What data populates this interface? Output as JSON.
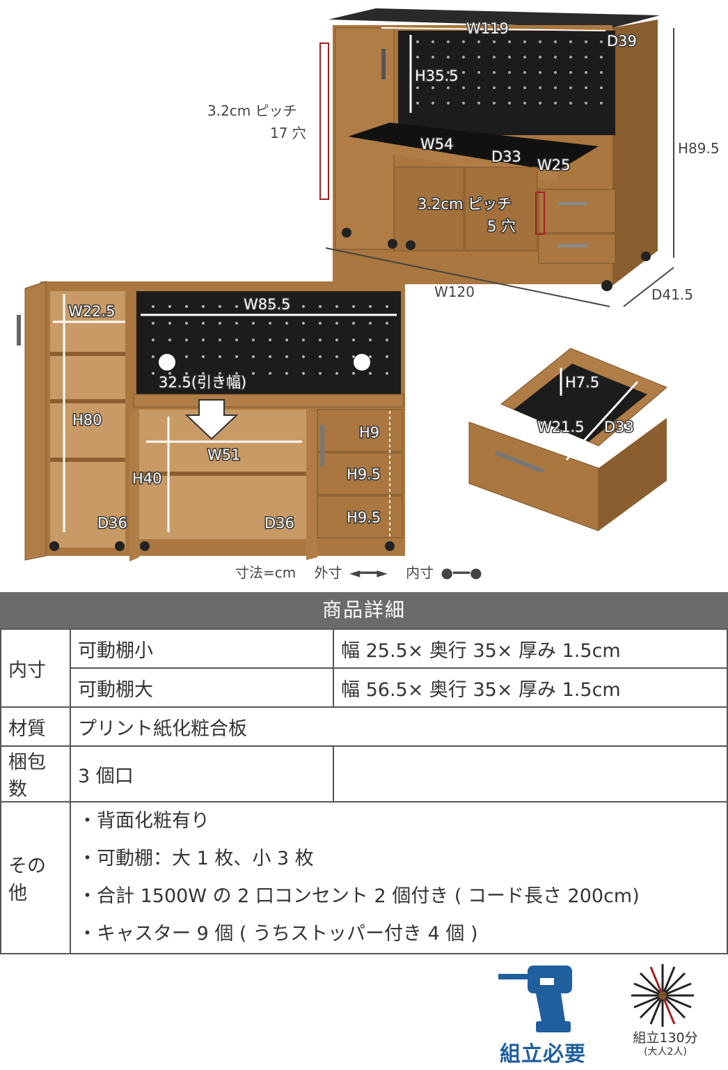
{
  "dimensions": {
    "top_width": "W119",
    "top_depth": "D39",
    "top_inner_height": "H35.5",
    "pitch_left_1": "3.2cm ピッチ",
    "pitch_left_2": "17 穴",
    "slide_width": "W54",
    "slide_depth": "D33",
    "small_slide_width": "W25",
    "total_height": "H89.5",
    "pitch_mid_1": "3.2cm ピッチ",
    "pitch_mid_2": "5 穴",
    "total_width": "W120",
    "total_depth": "D41.5",
    "left_inner_width": "W22.5",
    "open_width": "W85.5",
    "pull_width": "32.5(引き幅)",
    "left_inner_height": "H80",
    "lower_width": "W51",
    "drawer1_h": "H9",
    "lower_height": "H40",
    "drawer2_h": "H9.5",
    "drawer3_h": "H9.5",
    "left_depth": "D36",
    "lower_depth": "D36",
    "drawer_height": "H7.5",
    "drawer_width": "W21.5",
    "drawer_depth": "D33"
  },
  "legend": {
    "unit": "寸法=cm",
    "outer": "外寸",
    "inner": "内寸"
  },
  "details": {
    "title": "商品詳細",
    "inner_label": "内寸",
    "small_shelf": "可動棚小",
    "small_shelf_value": "幅 25.5× 奥行 35× 厚み 1.5cm",
    "large_shelf": "可動棚大",
    "large_shelf_value": "幅 56.5× 奥行 35× 厚み 1.5cm",
    "material_label": "材質",
    "material_value": "プリント紙化粧合板",
    "package_label": "梱包数",
    "package_value": "3 個口",
    "other_label": "その他",
    "other_items": [
      "・背面化粧有り",
      "・可動棚：大 1 枚、小 3 枚",
      "・合計 1500W の 2 口コンセント 2 個付き ( コード長さ 200cm)",
      "・キャスター 9 個 ( うちストッパー付き 4 個 )"
    ]
  },
  "assembly": {
    "required": "組立必要",
    "time": "組立130分",
    "people": "(大人2人)"
  },
  "colors": {
    "wood": "#a9773f",
    "wood_dark": "#7b5428",
    "black_panel": "#1c1c1c",
    "header_gray": "#6b6b6b",
    "assembly_blue": "#1f5f9e"
  }
}
